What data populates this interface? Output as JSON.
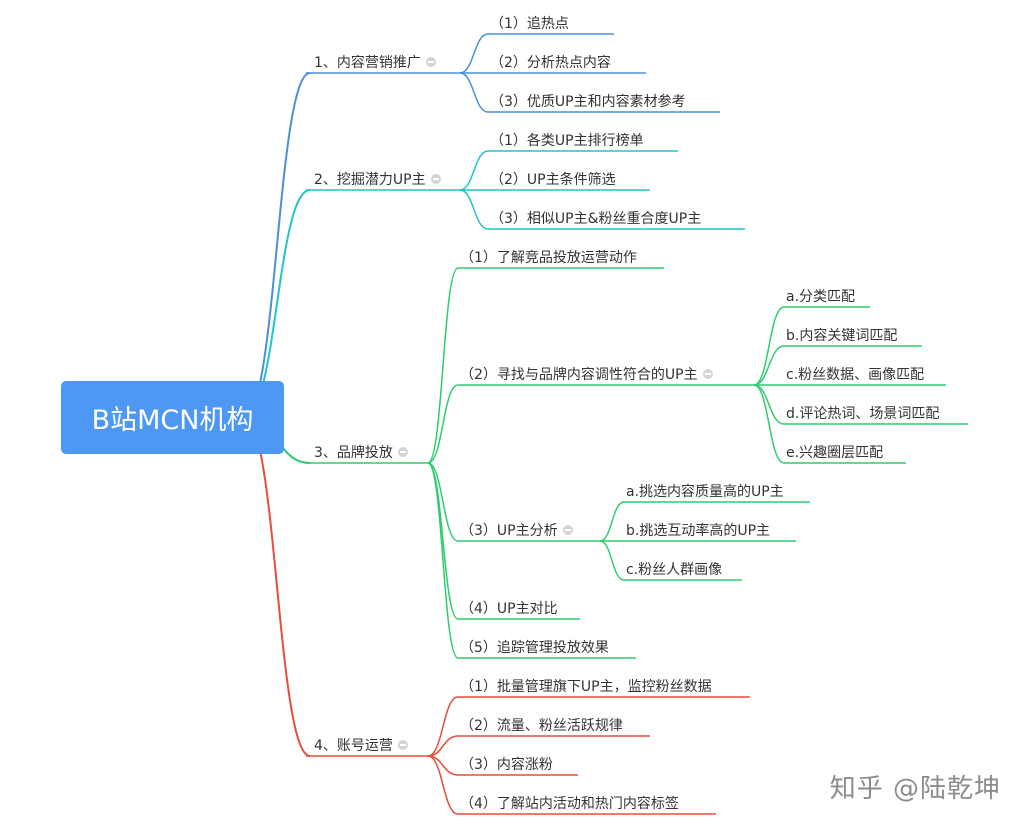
{
  "root": {
    "label": "B站MCN机构"
  },
  "watermark": "知乎 @陆乾坤",
  "colors": {
    "branch1": "#4a90d9",
    "branch2": "#22c3c9",
    "branch3": "#2ecc71",
    "branch4": "#e74c3c",
    "root_bg": "#4e97f3"
  },
  "branches": [
    {
      "label": "1、内容营销推广",
      "children": [
        {
          "label": "（1）追热点"
        },
        {
          "label": "（2）分析热点内容"
        },
        {
          "label": "（3）优质UP主和内容素材参考"
        }
      ]
    },
    {
      "label": "2、挖掘潜力UP主",
      "children": [
        {
          "label": "（1）各类UP主排行榜单"
        },
        {
          "label": "（2）UP主条件筛选"
        },
        {
          "label": "（3）相似UP主&粉丝重合度UP主"
        }
      ]
    },
    {
      "label": "3、品牌投放",
      "children": [
        {
          "label": "（1）了解竞品投放运营动作"
        },
        {
          "label": "（2）寻找与品牌内容调性符合的UP主",
          "children": [
            {
              "label": "a.分类匹配"
            },
            {
              "label": "b.内容关键词匹配"
            },
            {
              "label": "c.粉丝数据、画像匹配"
            },
            {
              "label": "d.评论热词、场景词匹配"
            },
            {
              "label": "e.兴趣圈层匹配"
            }
          ]
        },
        {
          "label": "（3）UP主分析",
          "children": [
            {
              "label": "a.挑选内容质量高的UP主"
            },
            {
              "label": "b.挑选互动率高的UP主"
            },
            {
              "label": "c.粉丝人群画像"
            }
          ]
        },
        {
          "label": "（4）UP主对比"
        },
        {
          "label": "（5）追踪管理投放效果"
        }
      ]
    },
    {
      "label": "4、账号运营",
      "children": [
        {
          "label": "（1）批量管理旗下UP主，监控粉丝数据"
        },
        {
          "label": "（2）流量、粉丝活跃规律"
        },
        {
          "label": "（3）内容涨粉"
        },
        {
          "label": "（4）了解站内活动和热门内容标签"
        }
      ]
    }
  ]
}
